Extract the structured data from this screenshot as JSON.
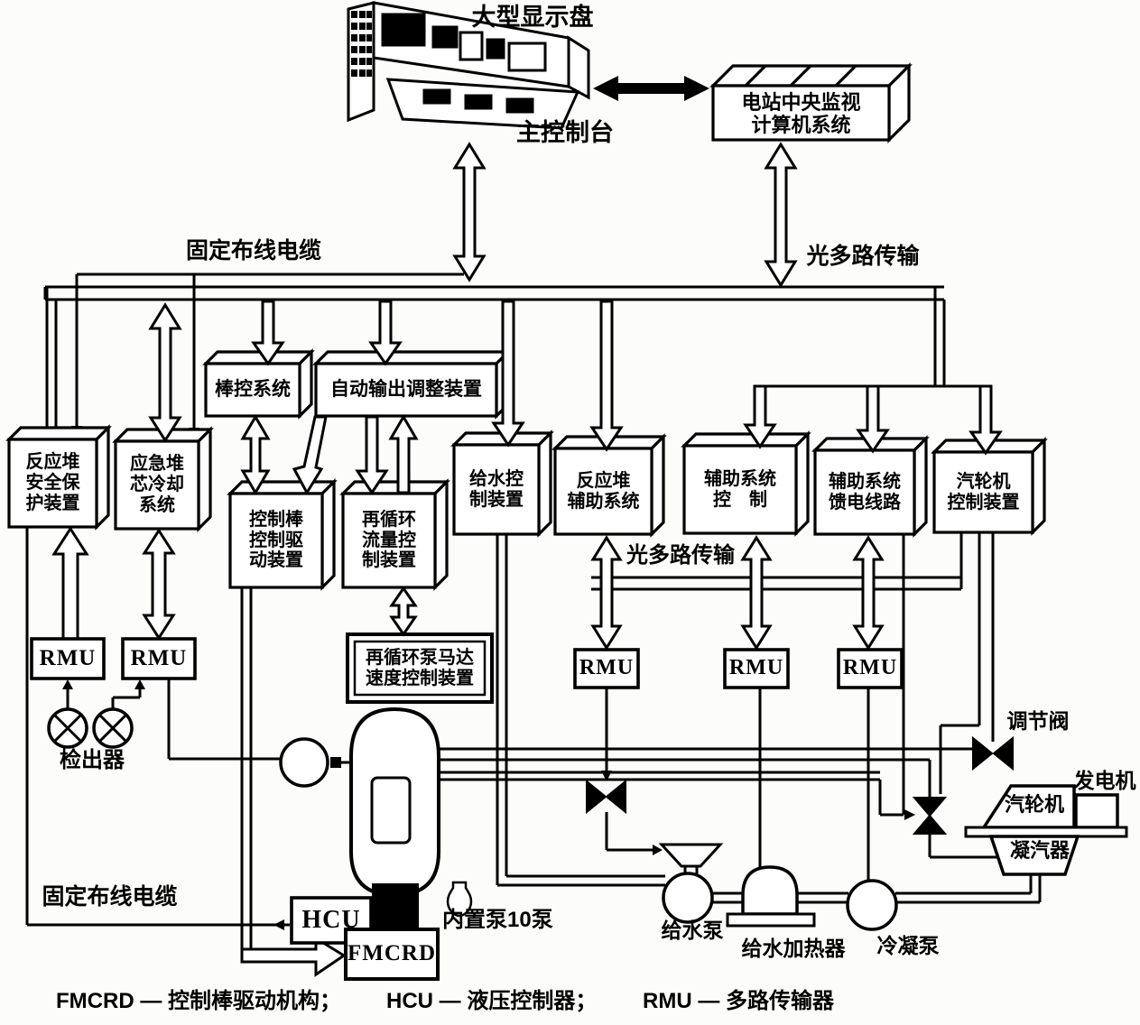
{
  "colors": {
    "ink": "#000000",
    "paper": "#fcfcfa"
  },
  "top": {
    "big_display_label": "大型显示盘",
    "main_console_label": "主控制台",
    "computer_box": [
      "电站中央监视",
      "计算机系统"
    ]
  },
  "bus": {
    "fixed_cable_top": "固定布线电缆",
    "fiber_top": "光多路传输",
    "fiber_mid": "光多路传输",
    "fixed_cable_bottom": "固定布线电缆"
  },
  "boxes": {
    "rod_control": [
      "棒控系统"
    ],
    "auto_output": [
      "自动输出调整装置"
    ],
    "reactor_safety": [
      "反应堆",
      "安全保",
      "护装置"
    ],
    "eccs": [
      "应急堆",
      "芯冷却",
      "系统"
    ],
    "crd_drive": [
      "控制棒",
      "控制驱",
      "动装置"
    ],
    "recirc_flow": [
      "再循环",
      "流量控",
      "制装置"
    ],
    "feedwater_ctrl": [
      "给水控",
      "制装置"
    ],
    "reactor_aux": [
      "反应堆",
      "辅助系统"
    ],
    "aux_control": [
      "辅助系统",
      "控　制"
    ],
    "aux_lines": [
      "辅助系统",
      "馈电线路"
    ],
    "turbine_ctrl": [
      "汽轮机",
      "控制装置"
    ],
    "recirc_pump_motor": [
      "再循环泵马达",
      "速度控制装置"
    ]
  },
  "units": {
    "rmu": "RMU",
    "hcu": "HCU",
    "fmcrd": "FMCRD"
  },
  "equipment": {
    "detector": "检出器",
    "builtin_pumps": "内置泵10泵",
    "feed_pump": "给水泵",
    "feed_heater": "给水加热器",
    "cond_pump": "冷凝泵",
    "regulating_valve": "调节阀",
    "generator": "发电机",
    "turbine": "汽轮机",
    "condenser": "凝汽器"
  },
  "legend": [
    "FMCRD — 控制棒驱动机构；",
    "HCU — 液压控制器；",
    "RMU — 多路传输器"
  ]
}
